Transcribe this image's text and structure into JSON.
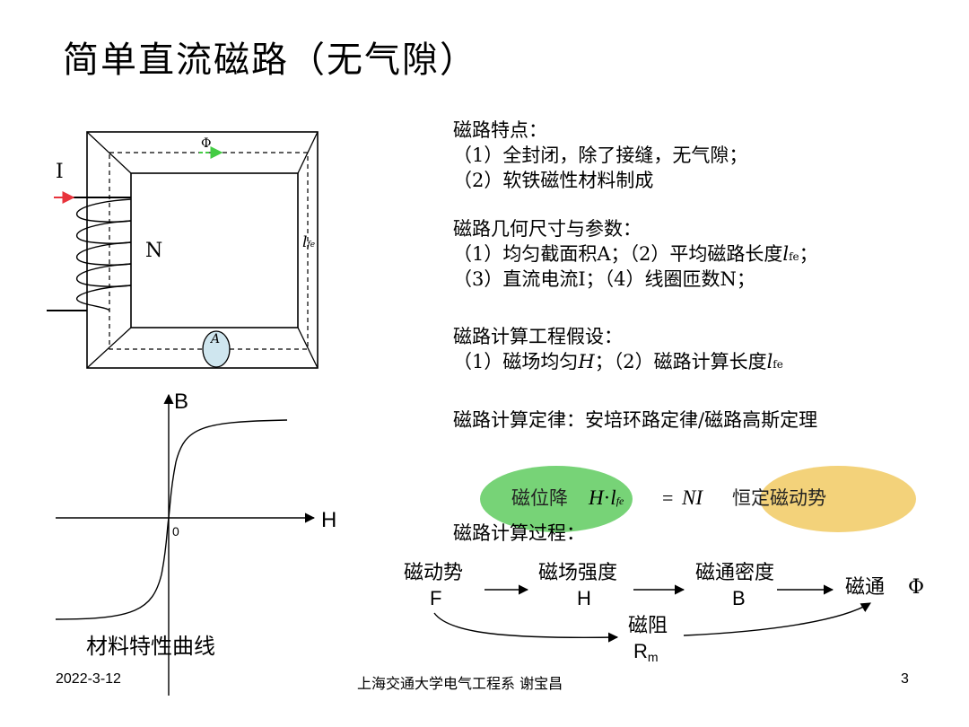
{
  "title": "简单直流磁路（无气隙）",
  "core": {
    "current_label": "I",
    "turns_label": "N",
    "flux_label": "Φ",
    "area_label": "A",
    "length_label_main": "l",
    "length_label_sub": "fe"
  },
  "bh_curve": {
    "b_label": "B",
    "h_label": "H",
    "origin_label": "0",
    "caption": "材料特性曲线"
  },
  "features": {
    "heading": "磁路特点：",
    "item1": "（1）全封闭，除了接缝，无气隙；",
    "item2": "（2）软铁磁性材料制成"
  },
  "geometry": {
    "heading": "磁路几何尺寸与参数：",
    "line1_a": "（1）均匀截面积A；（2）平均磁路长度",
    "line1_l": "l",
    "line1_sub": "fe",
    "line1_end": "；",
    "line2": "（3）直流电流I；（4）线圈匝数N；"
  },
  "assumptions": {
    "heading": "磁路计算工程假设：",
    "line_a": "（1）磁场均匀",
    "line_h": "H",
    "line_b": "；（2）磁路计算长度",
    "line_l": "l",
    "line_sub": "fe"
  },
  "law": "磁路计算定律：安培环路定律/磁路高斯定理",
  "equation": {
    "left_label": "磁位降",
    "lhs_h": "H",
    "lhs_dot": "·",
    "lhs_l": "l",
    "lhs_sub": "fe",
    "equals": "=",
    "rhs": "NI",
    "right_label": "恒定磁动势",
    "left_color": "#77d377",
    "right_color": "#f3d27a"
  },
  "process": {
    "heading": "磁路计算过程：",
    "mmf_label": "磁动势",
    "mmf_symbol": "F",
    "h_label": "磁场强度",
    "h_symbol": "H",
    "b_label": "磁通密度",
    "b_symbol": "B",
    "flux_label": "磁通",
    "flux_symbol": "Φ",
    "reluctance_label": "磁阻",
    "reluctance_symbol": "R",
    "reluctance_sub": "m"
  },
  "footer": {
    "date": "2022-3-12",
    "center": "上海交通大学电气工程系 谢宝昌",
    "page": "3"
  }
}
